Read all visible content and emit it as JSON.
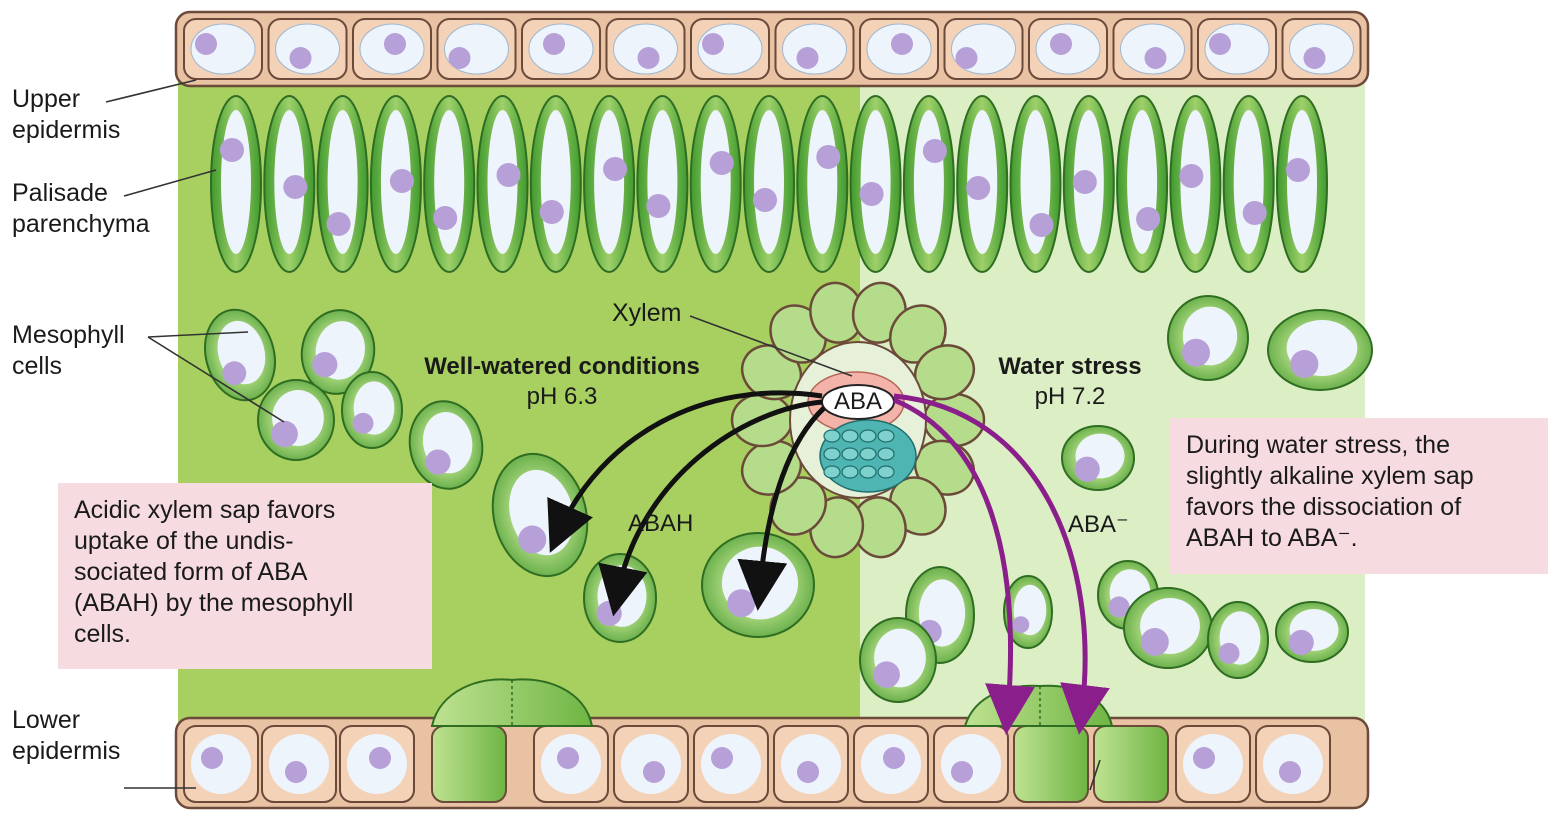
{
  "labels": {
    "upper_epidermis": [
      "Upper",
      "epidermis"
    ],
    "palisade": [
      "Palisade",
      "parenchyma"
    ],
    "mesophyll": [
      "Mesophyll",
      "cells"
    ],
    "lower_epidermis": [
      "Lower",
      "epidermis"
    ],
    "xylem": "Xylem"
  },
  "conditions": {
    "well_watered": {
      "title": "Well-watered conditions",
      "ph": "pH 6.3",
      "ion": "ABAH"
    },
    "water_stress": {
      "title": "Water stress",
      "ph": "pH 7.2",
      "ion": "ABA⁻"
    }
  },
  "center_label": "ABA",
  "notes": {
    "left": [
      "Acidic xylem sap favors",
      "uptake of the undis-",
      "sociated form of ABA",
      "(ABAH) by the mesophyll",
      "cells."
    ],
    "right": [
      "During water stress, the",
      "slightly alkaline xylem sap",
      "favors the dissociation of",
      "ABAH to ABA⁻."
    ]
  },
  "colors": {
    "left_background": "#a8d060",
    "right_background": "#dceec4",
    "cell_green": "#5fae3a",
    "vacuole": "#eef4fb",
    "nucleus": "#b7a0d8",
    "epidermis_wall": "#f3d2b8",
    "arrow_black": "#111111",
    "arrow_purple": "#8a1f8c",
    "note_pink": "#f6dbe1"
  }
}
